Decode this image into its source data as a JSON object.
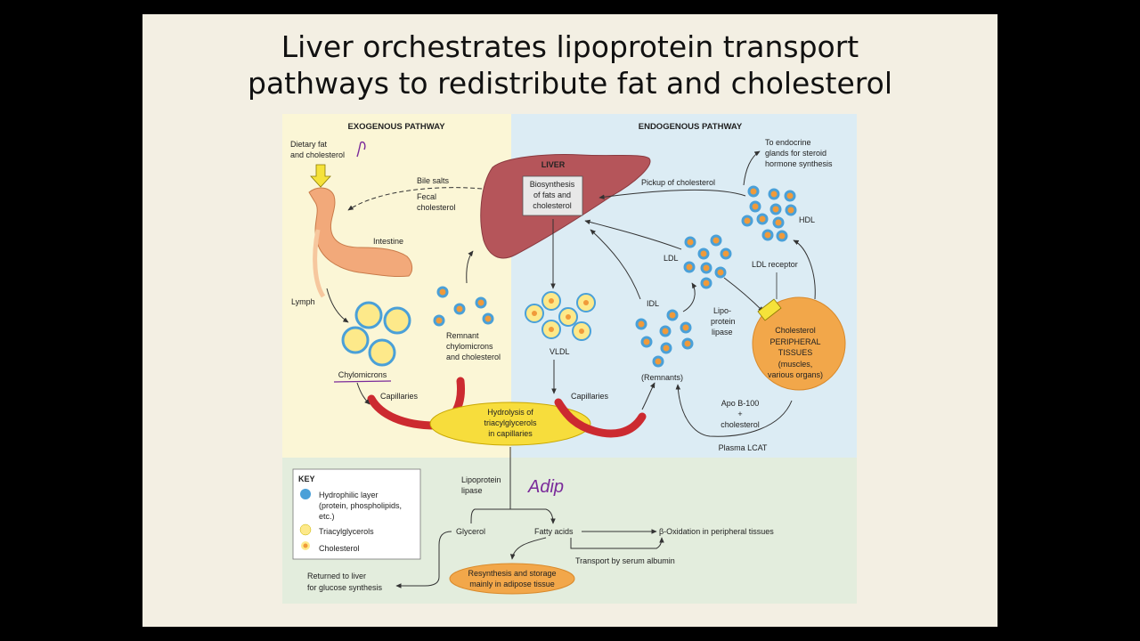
{
  "slide": {
    "title_line1": "Liver orchestrates lipoprotein transport",
    "title_line2": "pathways to redistribute fat and cholesterol"
  },
  "diagram": {
    "exogenous_header": "EXOGENOUS PATHWAY",
    "endogenous_header": "ENDOGENOUS PATHWAY",
    "liver_label": "LIVER",
    "liver_box": [
      "Biosynthesis",
      "of fats and",
      "cholesterol"
    ],
    "dietary_fat": [
      "Dietary fat",
      "and cholesterol"
    ],
    "bile_salts": "Bile salts",
    "fecal_cholesterol": [
      "Fecal",
      "cholesterol"
    ],
    "intestine": "Intestine",
    "lymph": "Lymph",
    "chylomicrons": "Chylomicrons",
    "remnant": [
      "Remnant",
      "chylomicrons",
      "and cholesterol"
    ],
    "vldl": "VLDL",
    "idl": "IDL",
    "remnants": "(Remnants)",
    "ldl": "LDL",
    "lipoprotein_lipase_right": [
      "Lipo-",
      "protein",
      "lipase"
    ],
    "hdl": "HDL",
    "ldl_receptor": "LDL receptor",
    "pickup_cholesterol": "Pickup of cholesterol",
    "to_endocrine": [
      "To endocrine",
      "glands for steroid",
      "hormone synthesis"
    ],
    "peripheral": [
      "Cholesterol",
      "PERIPHERAL",
      "TISSUES",
      "(muscles,",
      "various organs)"
    ],
    "apo": [
      "Apo B-100",
      "+",
      "cholesterol"
    ],
    "plasma_lcat": "Plasma LCAT",
    "capillaries_left": "Capillaries",
    "capillaries_right": "Capillaries",
    "hydrolysis": [
      "Hydrolysis of",
      "triacylglycerols",
      "in capillaries"
    ],
    "lipoprotein_lipase_bottom": [
      "Lipoprotein",
      "lipase"
    ],
    "glycerol": "Glycerol",
    "fatty_acids": "Fatty acids",
    "beta_oxidation": "β-Oxidation in peripheral tissues",
    "transport_albumin": "Transport by serum albumin",
    "returned_liver": [
      "Returned to liver",
      "for glucose synthesis"
    ],
    "resynthesis": [
      "Resynthesis and storage",
      "mainly in adipose tissue"
    ],
    "handwritten_note": "Adip",
    "key": {
      "title": "KEY",
      "hydrophilic": [
        "Hydrophilic layer",
        "(protein, phospholipids,",
        "etc.)"
      ],
      "triacylglycerols": "Triacylglycerols",
      "cholesterol": "Cholesterol"
    }
  },
  "colors": {
    "exogenous_bg": "#fbf6d6",
    "endogenous_bg": "#dcecf4",
    "bottom_bg": "#e3eddd",
    "liver": "#b5555a",
    "peripheral": "#f2a74a",
    "hydrophilic": "#4aa0d8",
    "triacylglycerol": "#fde98a",
    "cholesterol": "#f09a3a",
    "capillary": "#cc2a30",
    "annotation_ink": "#7a2a9a"
  }
}
